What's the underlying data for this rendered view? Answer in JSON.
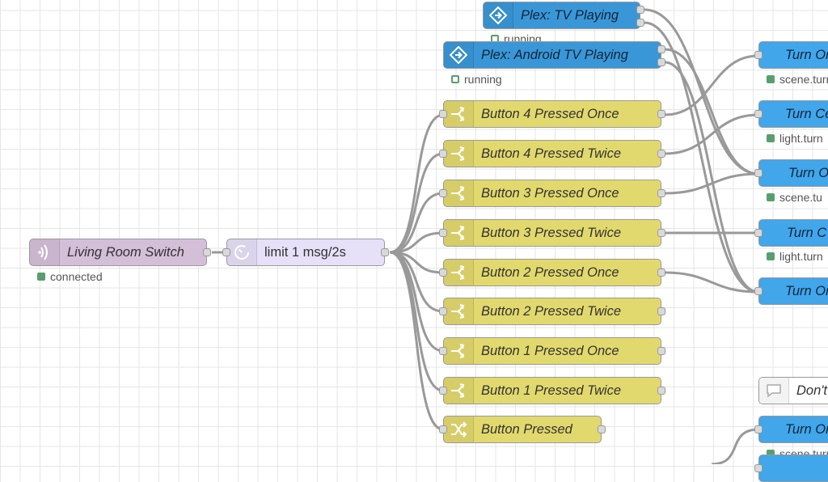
{
  "flow": {
    "trigger": {
      "label": "Living Room Switch",
      "icon": "wifi-signal-icon",
      "status": "connected"
    },
    "limiter": {
      "label": "limit 1 msg/2s",
      "icon": "timer-icon"
    },
    "plex_nodes": [
      {
        "label": "Plex: TV Playing",
        "status": "running"
      },
      {
        "label": "Plex: Android TV Playing",
        "status": "running"
      }
    ],
    "switch_nodes": [
      {
        "label": "Button 4 Pressed Once"
      },
      {
        "label": "Button 4 Pressed Twice"
      },
      {
        "label": "Button 3 Pressed Once"
      },
      {
        "label": "Button 3 Pressed Twice"
      },
      {
        "label": "Button 2 Pressed Once"
      },
      {
        "label": "Button 2 Pressed Twice"
      },
      {
        "label": "Button 1 Pressed Once"
      },
      {
        "label": "Button 1 Pressed Twice"
      },
      {
        "label": "Button Pressed"
      }
    ],
    "action_nodes": [
      {
        "label": "Turn On",
        "status": "scene.turn"
      },
      {
        "label": "Turn Ce",
        "status": "light.turn"
      },
      {
        "label": "Turn O",
        "status": "scene.tu"
      },
      {
        "label": "Turn C",
        "status": "light.turn"
      },
      {
        "label": "Turn On",
        "status": ""
      },
      {
        "label": "Turn On",
        "status": "scene.turn"
      }
    ],
    "comment": {
      "label": "Don't"
    }
  },
  "colors": {
    "switch": "#e2d96e",
    "plex": "#3a97d7",
    "home_assistant": "#41a6ea",
    "zwave": "#d4bfd9",
    "delay": "#e6e0f8",
    "status_green": "#5a9e6f"
  }
}
